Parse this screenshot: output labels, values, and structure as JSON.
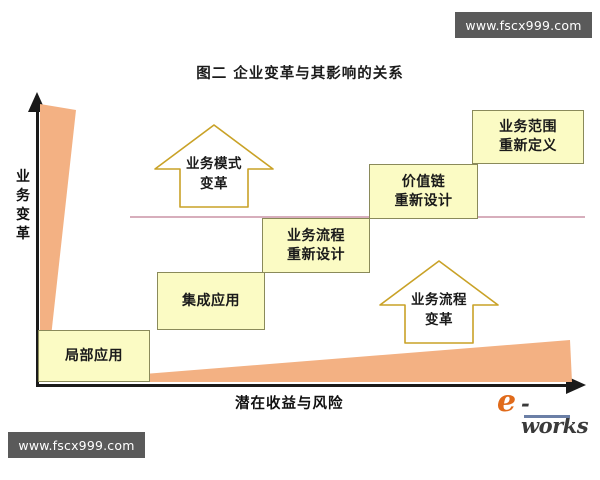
{
  "watermarks": {
    "top": "www.fscx999.com",
    "bottom": "www.fscx999.com"
  },
  "chart": {
    "title": "图二  企业变革与其影响的关系",
    "y_axis_label": "业务变革",
    "x_axis_label": "潜在收益与风险"
  },
  "logo": {
    "mark": "e",
    "word": "-works"
  },
  "chart_data": {
    "type": "diagram",
    "title": "图二  企业变革与其影响的关系",
    "xlabel": "潜在收益与风险",
    "ylabel": "业务变革",
    "grid": false,
    "legend": null,
    "categories": [
      "局部应用",
      "集成应用",
      "业务流程重新设计",
      "价值链重新设计",
      "业务范围重新定义"
    ],
    "values": [
      1,
      2,
      3,
      4,
      5
    ],
    "annotations": [
      {
        "name": "业务模式变革",
        "shape": "up-arrow",
        "position": "upper-left"
      },
      {
        "name": "业务流程变革",
        "shape": "up-arrow",
        "position": "lower-right"
      },
      {
        "name": "threshold-line",
        "shape": "horizontal-line",
        "color": "#d7aebc"
      },
      {
        "name": "业务变革 growth wedge",
        "shape": "triangle",
        "color": "#f3b183",
        "orientation": "vertical"
      },
      {
        "name": "潜在收益与风险 growth wedge",
        "shape": "triangle",
        "color": "#f3b183",
        "orientation": "horizontal"
      }
    ]
  },
  "steps": [
    {
      "id": "step-1",
      "line1": "局部应用",
      "line2": ""
    },
    {
      "id": "step-2",
      "line1": "集成应用",
      "line2": ""
    },
    {
      "id": "step-3",
      "line1": "业务流程",
      "line2": "重新设计"
    },
    {
      "id": "step-4",
      "line1": "价值链",
      "line2": "重新设计"
    },
    {
      "id": "step-5",
      "line1": "业务范围",
      "line2": "重新定义"
    }
  ],
  "arrows": [
    {
      "id": "arrow-left",
      "line1": "业务模式",
      "line2": "变革"
    },
    {
      "id": "arrow-right",
      "line1": "业务流程",
      "line2": "变革"
    }
  ],
  "colors": {
    "box_fill": "#FBFBC4",
    "box_border": "#8A8A5A",
    "wedge": "#F3B183",
    "threshold": "#D7AEBC",
    "arrow_border": "#C9A227",
    "axis": "#1A1A1A",
    "watermark_bg": "#5A5A5A",
    "logo_orange": "#E06A1A"
  }
}
